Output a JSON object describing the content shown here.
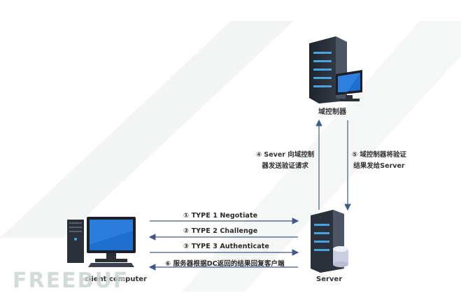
{
  "nodes": {
    "domain_controller": {
      "label": "域控制器",
      "icon": "server-with-monitor-icon"
    },
    "server": {
      "label": "Server",
      "icon": "server-tower-icon"
    },
    "client": {
      "label": "client computer",
      "icon": "desktop-computer-icon"
    }
  },
  "messages": [
    {
      "step": "①",
      "text": "TYPE 1 Negotiate",
      "direction": "client-to-server"
    },
    {
      "step": "②",
      "text": "TYPE 2 Challenge",
      "direction": "server-to-client"
    },
    {
      "step": "③",
      "text": "TYPE 3 Authenticate",
      "direction": "client-to-server"
    },
    {
      "step": "⑥",
      "text": "服务器根据DC返回的结果回复客户端",
      "direction": "server-to-client"
    }
  ],
  "dc_links": [
    {
      "step": "④",
      "lines": [
        "Sever 向域控制",
        "器发送验证请求"
      ],
      "direction": "server-to-dc"
    },
    {
      "step": "⑤",
      "lines": [
        "域控制器将验证",
        "结果发给Server"
      ],
      "direction": "dc-to-server"
    }
  ],
  "watermark": "FREEBUF",
  "colors": {
    "arrow": "#3f5a8a",
    "server_body": "#2d3440",
    "led": "#4aa3df",
    "screen": "#1f6fd1"
  }
}
